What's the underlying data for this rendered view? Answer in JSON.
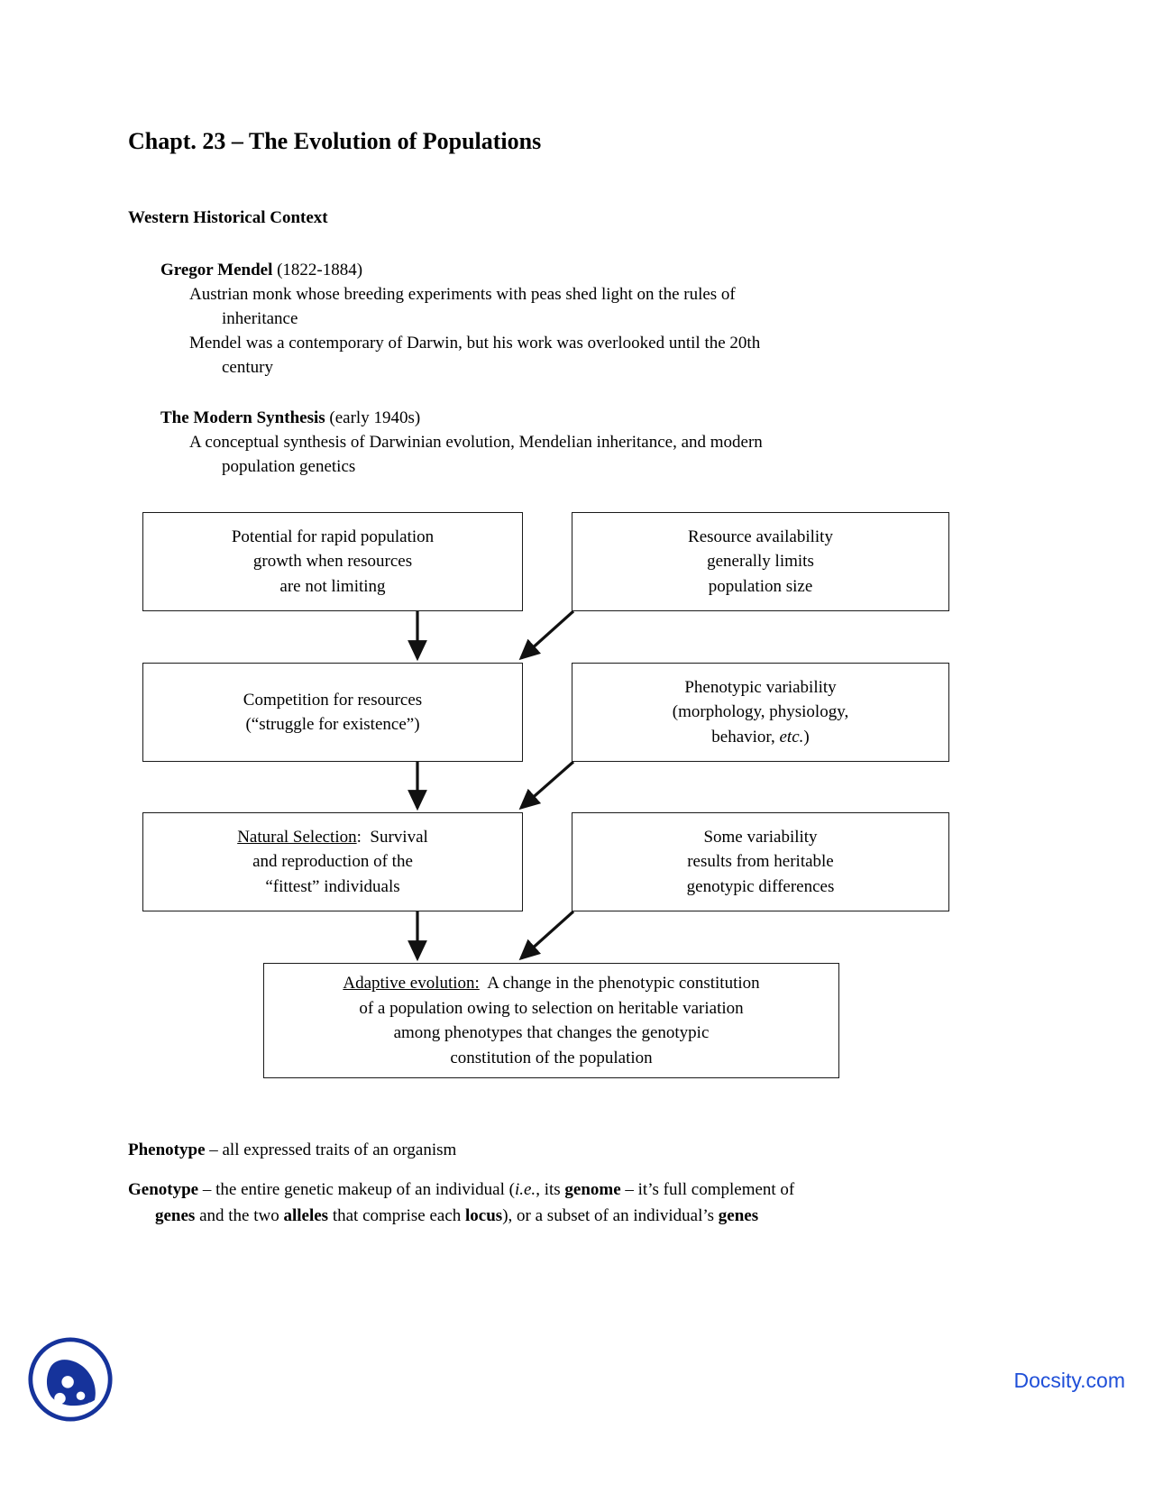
{
  "document": {
    "title": "Chapt. 23 – The Evolution of Populations",
    "section_heading": "Western Historical Context",
    "entries": [
      {
        "term": "Gregor Mendel",
        "dates": " (1822-1884)",
        "lines": [
          "Austrian monk whose breeding experiments with peas shed light on the rules of",
          "inheritance",
          "Mendel was a contemporary of Darwin, but his work was overlooked until the 20th",
          "century"
        ]
      },
      {
        "term": "The Modern Synthesis",
        "dates": " (early 1940s)",
        "lines": [
          "A conceptual synthesis of Darwinian evolution, Mendelian inheritance, and modern",
          "population genetics"
        ]
      }
    ]
  },
  "flowchart": {
    "type": "flow-diagram",
    "nodes": [
      {
        "id": "growth",
        "text_lines": [
          "Potential for rapid population",
          "growth when resources",
          "are not limiting"
        ]
      },
      {
        "id": "resource",
        "text_lines": [
          "Resource availability",
          "generally limits",
          "population size"
        ]
      },
      {
        "id": "compete",
        "text_lines": [
          "Competition for resources",
          "(“struggle for existence”)"
        ]
      },
      {
        "id": "phenovar",
        "text_lines": [
          "Phenotypic variability",
          "(morphology, physiology,",
          "behavior, etc.)"
        ],
        "italic_part": "etc."
      },
      {
        "id": "natsel",
        "underlined": "Natural Selection",
        "text_lines": [
          "Natural Selection:  Survival",
          "and reproduction of the",
          "“fittest” individuals"
        ]
      },
      {
        "id": "somevar",
        "text_lines": [
          "Some variability",
          "results from heritable",
          "genotypic differences"
        ]
      },
      {
        "id": "adaptive",
        "underlined": "Adaptive evolution:",
        "text_lines": [
          "Adaptive evolution:  A change in the phenotypic constitution",
          "of a population owing to selection on heritable variation",
          "among phenotypes that changes the genotypic",
          "constitution of the population"
        ]
      }
    ],
    "edges": [
      {
        "from": "growth",
        "to": "compete",
        "style": "vertical-arrow"
      },
      {
        "from": "resource",
        "to": "compete",
        "style": "diagonal-arrow"
      },
      {
        "from": "compete",
        "to": "natsel",
        "style": "vertical-arrow"
      },
      {
        "from": "phenovar",
        "to": "natsel",
        "style": "diagonal-arrow"
      },
      {
        "from": "natsel",
        "to": "adaptive",
        "style": "vertical-arrow"
      },
      {
        "from": "somevar",
        "to": "adaptive",
        "style": "diagonal-arrow"
      }
    ]
  },
  "definitions": [
    {
      "term": "Phenotype",
      "dash": " – ",
      "body": "all expressed traits of an organism"
    },
    {
      "term": "Genotype",
      "dash": " – ",
      "line1_a": "the entire genetic makeup of an individual (",
      "line1_italic": "i.e.",
      "line1_b": ", its ",
      "line1_bold1": "genome",
      "line1_c": " – it’s full complement of",
      "line2_bold1": "genes",
      "line2_a": " and the two ",
      "line2_bold2": "alleles",
      "line2_b": " that comprise each ",
      "line2_bold3": "locus",
      "line2_c": "), or a subset of an individual’s ",
      "line2_bold4": "genes"
    }
  ],
  "footer": {
    "wordmark": "Docsity.com",
    "logo_name": "docsity-logo",
    "brand_color": "#1f4fd8",
    "logo_color": "#16339b"
  }
}
